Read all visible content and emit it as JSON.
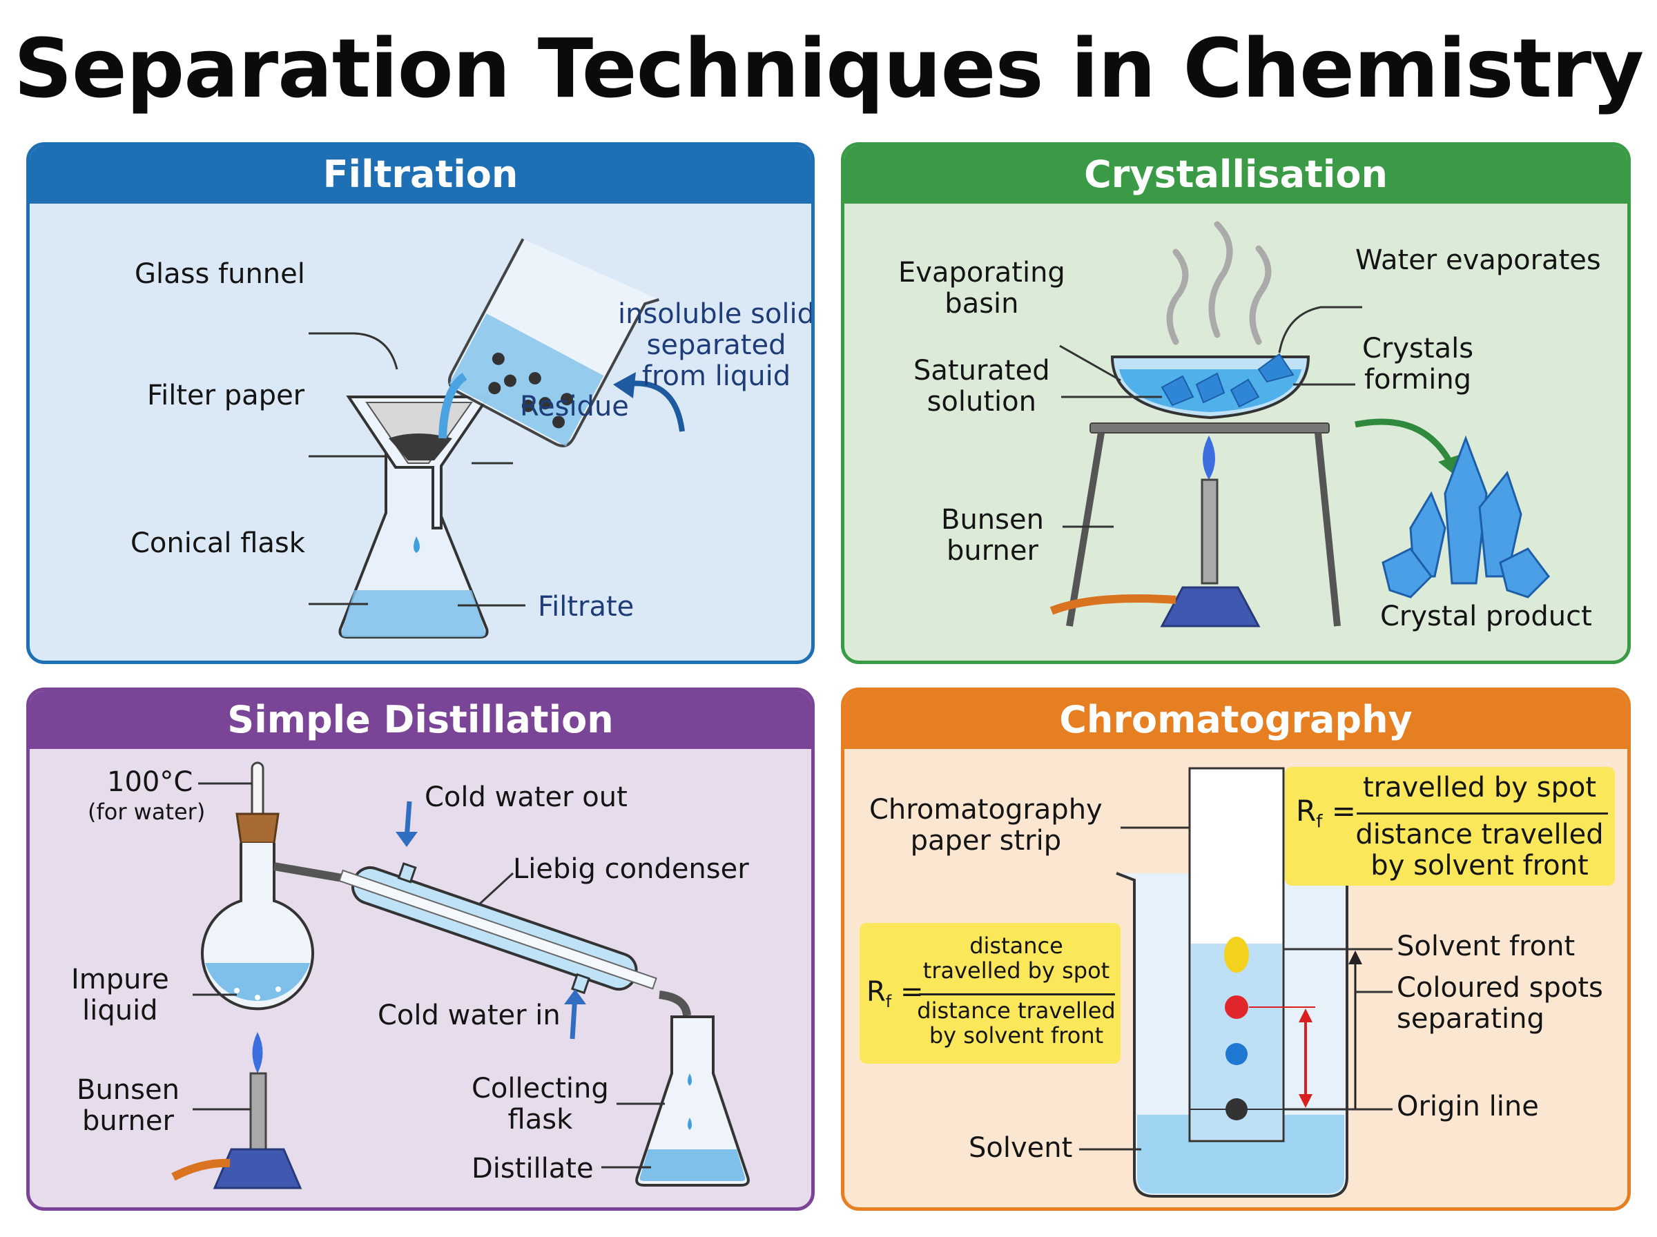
{
  "title": "Separation Techniques in Chemistry",
  "colors": {
    "filtration": "#1f6fb5",
    "crystallisation": "#3a9a45",
    "distillation": "#7a4596",
    "chromatography": "#e67e22",
    "highlight": "#fbe75a"
  },
  "filtration": {
    "header": "Filtration",
    "glass_funnel": "Glass funnel",
    "filter_paper": "Filter paper",
    "conical_flask": "Conical flask",
    "residue": "Residue",
    "filtrate": "Filtrate",
    "note": [
      "insoluble solid",
      "separated",
      "from liquid"
    ]
  },
  "crystallisation": {
    "header": "Crystallisation",
    "evaporating_basin": [
      "Evaporating",
      "basin"
    ],
    "saturated_solution": [
      "Saturated",
      "solution"
    ],
    "bunsen_burner": [
      "Bunsen",
      "burner"
    ],
    "water_evaporates": "Water evaporates",
    "crystals_forming": [
      "Crystals",
      "forming"
    ],
    "crystal_product": "Crystal product"
  },
  "distillation": {
    "header": "Simple Distillation",
    "temperature": "100°C",
    "temperature_note": "(for water)",
    "cold_water_out": "Cold water out",
    "liebig_condenser": "Liebig condenser",
    "impure_liquid": [
      "Impure",
      "liquid"
    ],
    "cold_water_in": "Cold water in",
    "bunsen_burner": [
      "Bunsen",
      "burner"
    ],
    "collecting_flask": [
      "Collecting",
      "flask"
    ],
    "distillate": "Distillate"
  },
  "chromatography": {
    "header": "Chromatography",
    "paper_strip": [
      "Chromatography",
      "paper strip"
    ],
    "solvent_front": "Solvent front",
    "coloured_spots": [
      "Coloured spots",
      "separating"
    ],
    "origin_line": "Origin line",
    "solvent": "Solvent",
    "rf_symbol": "R",
    "rf_sub": "f",
    "rf_eq": "=",
    "formula_right": {
      "numerator": "travelled by spot",
      "denominator": [
        "distance travelled",
        "by solvent front"
      ]
    },
    "formula_left": {
      "numerator": [
        "distance",
        "travelled by spot"
      ],
      "denominator": [
        "distance travelled",
        "by solvent front"
      ]
    }
  }
}
